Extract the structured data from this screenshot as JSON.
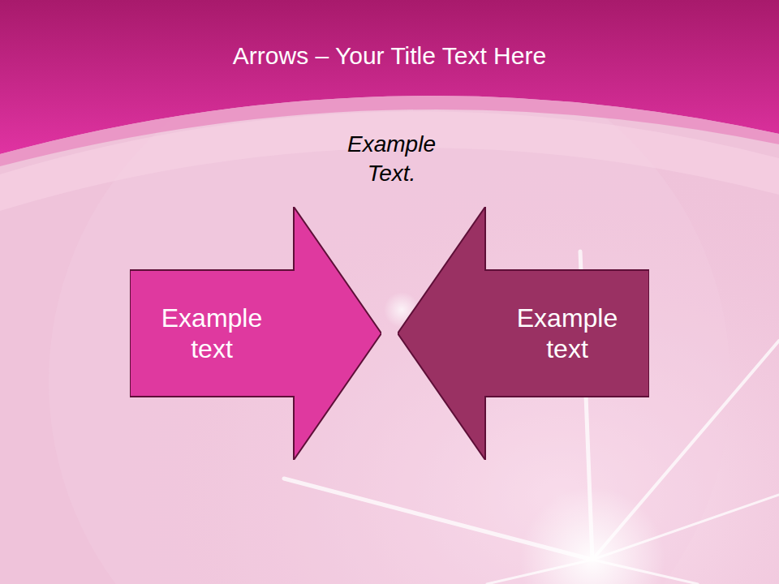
{
  "diagram": {
    "title": "Arrows – Your Title Text Here",
    "nodes": [
      {
        "text": [
          "Example text"
        ]
      },
      {
        "text": [
          "Example text"
        ]
      }
    ],
    "labels": [
      "Example Text."
    ]
  }
}
